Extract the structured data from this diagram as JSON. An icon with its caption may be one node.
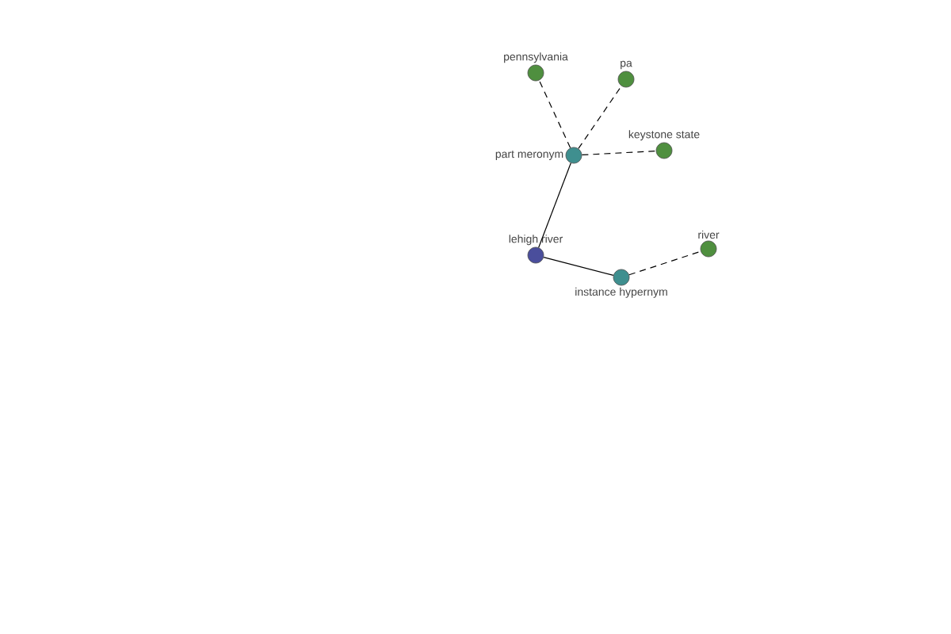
{
  "diagram": {
    "nodes": [
      {
        "text": [
          "pennsylvania"
        ]
      },
      {
        "text": [
          "pa"
        ]
      },
      {
        "text": [
          "part meronym"
        ]
      },
      {
        "text": [
          "keystone state"
        ]
      },
      {
        "text": [
          "lehigh river"
        ]
      },
      {
        "text": [
          "river"
        ]
      },
      {
        "text": [
          "instance hypernym"
        ]
      }
    ],
    "edges": [
      {
        "from": 4,
        "to": 2,
        "arrow": "none"
      },
      {
        "from": 2,
        "to": 0,
        "arrow": "none",
        "style": "dashed"
      },
      {
        "from": 2,
        "to": 1,
        "arrow": "none",
        "style": "dashed"
      },
      {
        "from": 2,
        "to": 3,
        "arrow": "none",
        "style": "dashed"
      },
      {
        "from": 4,
        "to": 6,
        "arrow": "none"
      },
      {
        "from": 6,
        "to": 5,
        "arrow": "none",
        "style": "dashed"
      }
    ]
  }
}
